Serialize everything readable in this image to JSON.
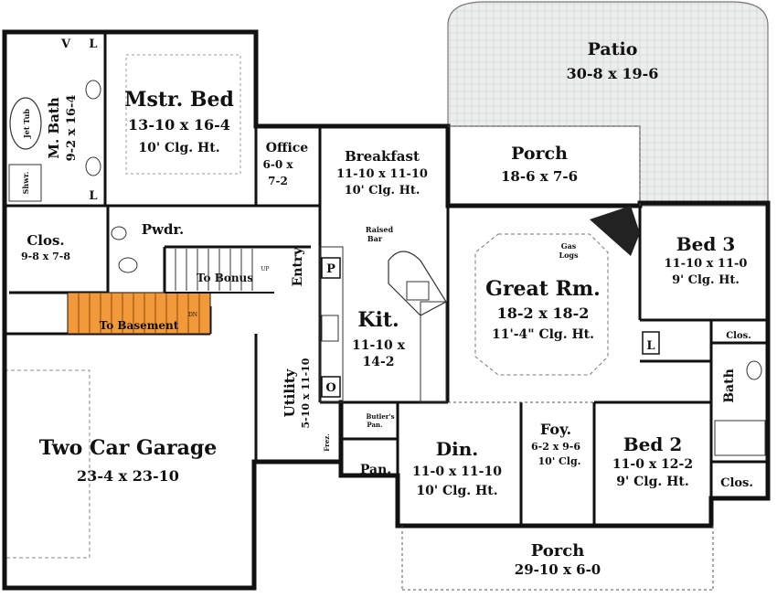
{
  "patio": {
    "name": "Patio",
    "dims": "30-8 x 19-6"
  },
  "master_bed": {
    "name": "Mstr. Bed",
    "dims": "13-10 x 16-4",
    "ceiling": "10' Clg. Ht."
  },
  "master_bath": {
    "name": "M. Bath",
    "dims": "9-2 x 16-4",
    "jet_tub": "Jet Tub",
    "shower": "Shwr.",
    "v": "V",
    "l": "L",
    "l2": "L"
  },
  "office": {
    "name": "Office",
    "dims1": "6-0 x",
    "dims2": "7-2"
  },
  "breakfast": {
    "name": "Breakfast",
    "dims": "11-10 x 11-10",
    "ceiling": "10' Clg. Ht."
  },
  "rear_porch": {
    "name": "Porch",
    "dims": "18-6 x 7-6"
  },
  "closet_master": {
    "name": "Clos.",
    "dims": "9-8 x 7-8"
  },
  "powder": {
    "name": "Pwdr."
  },
  "to_bonus": "To Bonus",
  "up": "UP",
  "entry": "Entry",
  "raised_bar": {
    "line1": "Raised",
    "line2": "Bar"
  },
  "gas_logs": {
    "line1": "Gas",
    "line2": "Logs"
  },
  "bed3": {
    "name": "Bed 3",
    "dims": "11-10 x 11-0",
    "ceiling": "9' Clg. Ht."
  },
  "great_room": {
    "name": "Great Rm.",
    "dims": "18-2 x 18-2",
    "ceiling": "11'-4\" Clg. Ht."
  },
  "to_basement": "To Basement",
  "dn": "DN",
  "pantry_p": "P",
  "kitchen": {
    "name": "Kit.",
    "dims1": "11-10 x",
    "dims2": "14-2"
  },
  "oven_o": "O",
  "utility": {
    "name": "Utility",
    "dims": "5-10 x 11-10"
  },
  "freezer": "Frez.",
  "butlers": {
    "line1": "Butler's",
    "line2": "Pan."
  },
  "pan": "Pan.",
  "linen_l": "L",
  "clos_bed3": "Clos.",
  "bath": "Bath",
  "garage": {
    "name": "Two Car Garage",
    "dims": "23-4 x 23-10"
  },
  "dining": {
    "name": "Din.",
    "dims": "11-0 x 11-10",
    "ceiling": "10' Clg. Ht."
  },
  "foyer": {
    "name": "Foy.",
    "dims": "6-2 x 9-6",
    "ceiling": "10' Clg."
  },
  "bed2": {
    "name": "Bed 2",
    "dims": "11-0 x 12-2",
    "ceiling": "9' Clg. Ht."
  },
  "clos_bed2": "Clos.",
  "front_porch": {
    "name": "Porch",
    "dims": "29-10 x 6-0"
  }
}
